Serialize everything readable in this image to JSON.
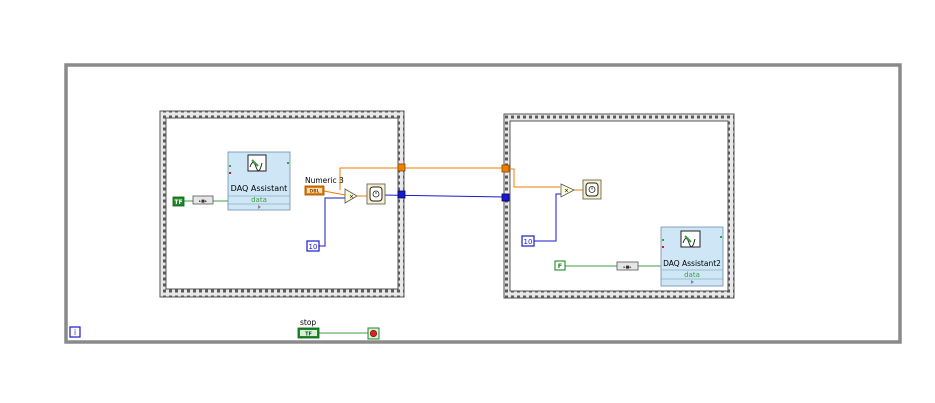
{
  "block_diagram": {
    "while_loop": {
      "iteration_terminal": "i",
      "stop_control": {
        "label": "stop",
        "value": "TF"
      }
    },
    "frame1": {
      "bool_const": "TF",
      "daq": {
        "title": "DAQ Assistant",
        "terminal": "data"
      },
      "numeric": {
        "label": "Numeric 3",
        "value": "DBL"
      },
      "multiply": "×",
      "const_10": "10"
    },
    "frame2": {
      "multiply": "×",
      "const_10": "10",
      "bool_const": "F",
      "daq": {
        "title": "DAQ Assistant2",
        "terminal": "data"
      }
    },
    "colors": {
      "orange_wire": "#f07e00",
      "blue_wire": "#1a1acc",
      "green_wire": "#3aa041",
      "structure": "#8a8a8a",
      "express_vi": "#cfe6f7"
    }
  }
}
